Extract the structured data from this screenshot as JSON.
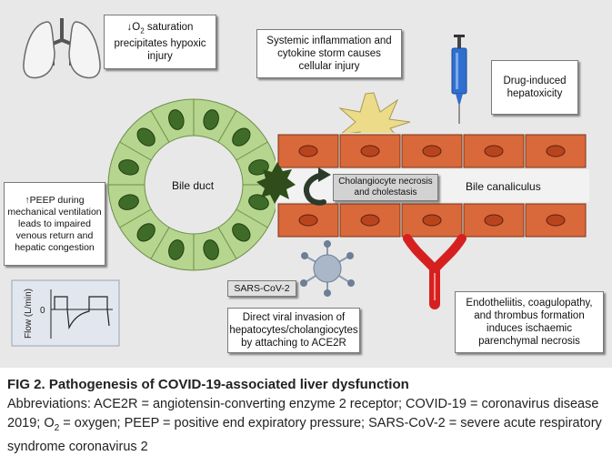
{
  "boxes": {
    "o2_pre": "↓O",
    "o2_sub": "2",
    "o2_post": " saturation precipitates hypoxic injury",
    "cytokine": "Systemic inflammation and cytokine storm causes cellular injury",
    "drug": "Drug-induced hepatoxicity",
    "peep": "↑PEEP during mechanical ventilation leads to impaired venous return and hepatic congestion",
    "cholangiocyte": "Cholangiocyte necrosis and cholestasis",
    "viral": "Direct viral invasion of hepatocytes/cholangiocytes by attaching to ACE2R",
    "endothelitis": "Endotheliitis, coagulopathy, and thrombus formation induces ischaemic parenchymal necrosis",
    "sars": "SARS-CoV-2"
  },
  "labels": {
    "bile_duct": "Bile duct",
    "bile_canaliculus": "Bile canaliculus",
    "flow_axis": "Flow (L/min)",
    "flow_zero": "0"
  },
  "caption": {
    "title": "FIG 2. Pathogenesis of COVID-19-associated liver dysfunction",
    "abbrev_1": "Abbreviations: ACE2R = angiotensin-converting enzyme 2 receptor; COVID-19 = coronavirus disease 2019; O",
    "abbrev_sub": "2",
    "abbrev_2": " = oxygen; PEEP = positive end expiratory pressure; SARS-CoV-2 = severe acute respiratory syndrome coronavirus 2"
  },
  "colors": {
    "panel": "#e8e8e8",
    "ring": "#b6d58e",
    "nucleus": "#3f6b28",
    "cell": "#d9683a",
    "cell_nucleus": "#b8441e",
    "star": "#ecdc8a",
    "virus_spike": "#2e4d1a",
    "vessel": "#d62020",
    "syringe": "#2f6fd0"
  }
}
